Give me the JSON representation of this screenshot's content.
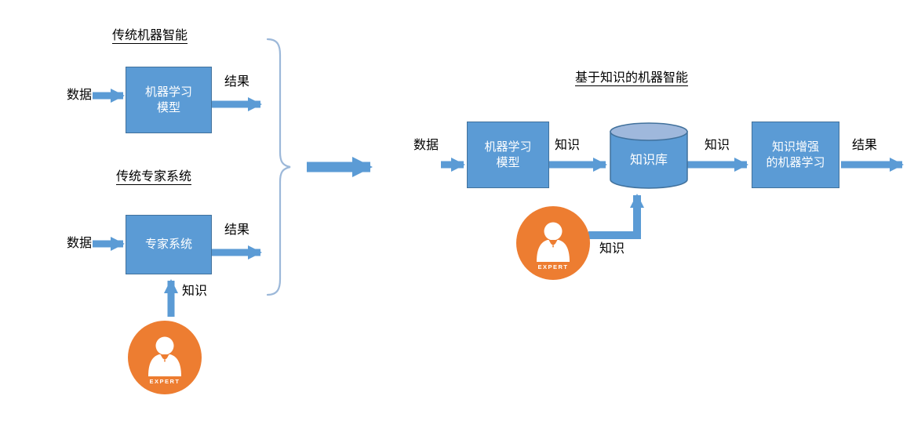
{
  "diagram": {
    "left": {
      "flow1": {
        "title": "传统机器智能",
        "input_label": "数据",
        "box_label": "机器学习\n模型",
        "output_label": "结果"
      },
      "flow2": {
        "title": "传统专家系统",
        "input_label": "数据",
        "box_label": "专家系统",
        "output_label": "结果",
        "knowledge_label": "知识",
        "expert_label": "EXPERT"
      }
    },
    "right": {
      "title": "基于知识的机器智能",
      "input_label": "数据",
      "ml_box_label": "机器学习\n模型",
      "knowledge_label_1": "知识",
      "kb_label": "知识库",
      "knowledge_label_2": "知识",
      "aug_box_label": "知识增强\n的机器学习",
      "output_label": "结果",
      "expert_knowledge_label": "知识",
      "expert_label": "EXPERT"
    },
    "colors": {
      "shape_fill": "#5B9BD5",
      "shape_border": "#41719C",
      "cylinder_top": "#9FB8DC",
      "expert_orange": "#ED7D31",
      "bracket": "#9CB8D9",
      "arrow": "#5B9BD5"
    }
  }
}
